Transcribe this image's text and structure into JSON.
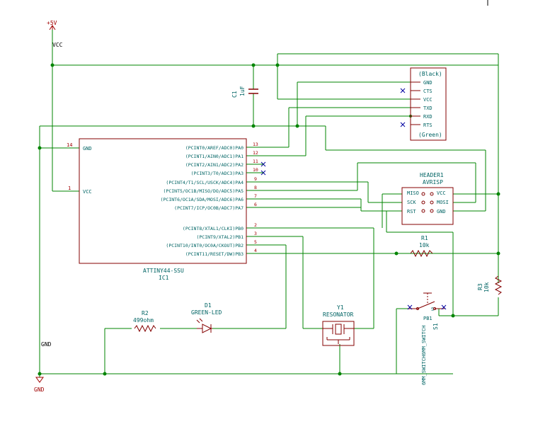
{
  "title": "",
  "colors": {
    "wire": "#008400",
    "part_outline": "#840000",
    "pin_name": "#006464",
    "pin_number": "#a00000",
    "power": "#a00000",
    "junction": "#008400",
    "no_connect": "#0000a0"
  },
  "power": {
    "vcc_symbol": "+5V",
    "vcc_label": "VCC",
    "gnd_label": "GND",
    "gnd_symbol": "GND"
  },
  "capacitor": {
    "ref": "C1",
    "value": "1uF"
  },
  "ftdi": {
    "top_label": "(Black)",
    "bottom_label": "(Green)",
    "pins": [
      "GND",
      "CTS",
      "VCC",
      "TXD",
      "RXD",
      "RTS"
    ]
  },
  "mcu": {
    "ref": "IC1",
    "value": "ATTINY44-SSU",
    "left_pins": [
      {
        "num": "14",
        "name": "GND"
      },
      {
        "num": "1",
        "name": "VCC"
      }
    ],
    "right_pins": [
      {
        "num": "13",
        "name": "(PCINT0/AREF/ADC0)PA0"
      },
      {
        "num": "12",
        "name": "(PCINT1/AIN0/ADC1)PA1"
      },
      {
        "num": "11",
        "name": "(PCINT2/AIN1/ADC2)PA2"
      },
      {
        "num": "10",
        "name": "(PCINT3/T0/ADC3)PA3"
      },
      {
        "num": "9",
        "name": "(PCINT4/T1/SCL/USCK/ADC4)PA4"
      },
      {
        "num": "8",
        "name": "(PCINT5/OC1B/MISO/DO/ADC5)PA5"
      },
      {
        "num": "7",
        "name": "(PCINT6/OC1A/SDA/MOSI/ADC6)PA6"
      },
      {
        "num": "6",
        "name": "(PCINT7/ICP/OC0B/ADC7)PA7"
      },
      {
        "num": "2",
        "name": "(PCINT8/XTAL1/CLKI)PB0"
      },
      {
        "num": "3",
        "name": "(PCINT9/XTAL2)PB1"
      },
      {
        "num": "5",
        "name": "(PCINT10/INT0/OC0A/CKOUT)PB2"
      },
      {
        "num": "4",
        "name": "(PCINT11/RESET/DW)PB3"
      }
    ]
  },
  "header": {
    "ref": "HEADER1",
    "value": "AVRISP",
    "left_pins": [
      "MISO",
      "SCK",
      "RST"
    ],
    "right_pins": [
      "VCC",
      "MOSI",
      "GND"
    ]
  },
  "r1": {
    "ref": "R1",
    "value": "10k"
  },
  "r2": {
    "ref": "R2",
    "value": "499ohm"
  },
  "r3": {
    "ref": "R3",
    "value": "10k"
  },
  "led": {
    "ref": "D1",
    "value": "GREEN-LED"
  },
  "resonator": {
    "ref": "Y1",
    "value": "RESONATOR"
  },
  "switch": {
    "ref": "S1",
    "value": "6MM_SWITCH6MM_SWITCH",
    "pin_label": "PB1",
    "pin_s": "S"
  }
}
